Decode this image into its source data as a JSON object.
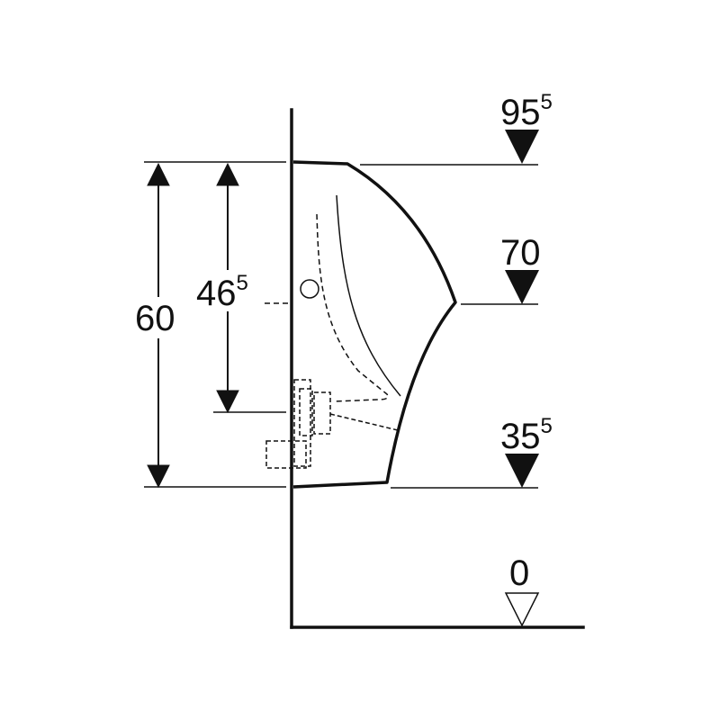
{
  "levels": {
    "top": {
      "main": "95",
      "sup": "5"
    },
    "rim": {
      "main": "70",
      "sup": ""
    },
    "bottom": {
      "main": "35",
      "sup": "5"
    },
    "floor": {
      "main": "0",
      "sup": ""
    }
  },
  "dimensions": {
    "overall_height": {
      "main": "60",
      "sup": ""
    },
    "outlet_height": {
      "main": "46",
      "sup": "5"
    }
  },
  "colors": {
    "line": "#111111",
    "background": "#ffffff"
  }
}
